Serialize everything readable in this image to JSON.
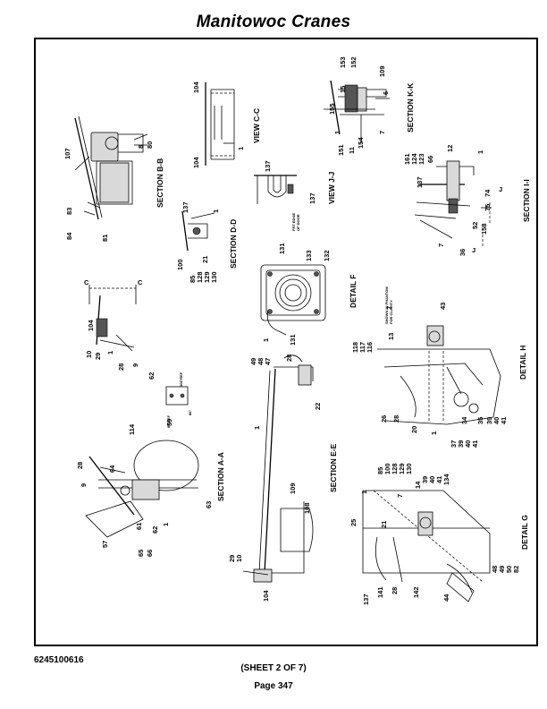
{
  "header": {
    "title": "Manitowoc Cranes"
  },
  "footer": {
    "doc_number": "6245100616",
    "sheet": "(SHEET 2 OF 7)",
    "page": "Page 347"
  },
  "sections": {
    "b_b": "SECTION B-B",
    "c_c": "VIEW C-C",
    "k_k": "SECTION K-K",
    "d_d": "SECTION D-D",
    "j_j": "VIEW J-J",
    "i_i": "SECTION I-I",
    "f": "DETAIL F",
    "h": "DETAIL H",
    "a_a": "SECTION A-A",
    "e_e": "SECTION E-E",
    "g": "DETAIL G"
  },
  "notes": {
    "frt_edge": [
      "FRT EDGE",
      "OF DOOR"
    ],
    "phantom": [
      "SHOWN IN PHANTOM",
      "FOR CLARITY"
    ],
    "ref_a": "106°REF",
    "ref_b": "88°REF",
    "ref_c": "86°"
  },
  "callouts": {
    "b_b": [
      "107",
      "8",
      "80",
      "83",
      "84",
      "81"
    ],
    "c_c": [
      "104",
      "104",
      "1"
    ],
    "k_k": [
      "153",
      "152",
      "15",
      "109",
      "6",
      "155",
      "1",
      "151",
      "11",
      "154",
      "7"
    ],
    "d_d": [
      "137",
      "1",
      "100",
      "85",
      "128",
      "129",
      "130",
      "21"
    ],
    "j_j": [
      "137",
      "137"
    ],
    "i_i": [
      "161",
      "124",
      "123",
      "66",
      "12",
      "1",
      "137",
      "74",
      "75",
      "52",
      "158",
      "7",
      "36"
    ],
    "f": [
      "131",
      "133",
      "132",
      "131",
      "1"
    ],
    "h": [
      "7",
      "43",
      "118",
      "117",
      "116",
      "13",
      "26",
      "28",
      "20",
      "1",
      "37",
      "39",
      "40",
      "41",
      "34",
      "35",
      "39",
      "40",
      "41"
    ],
    "e_e": [
      "49",
      "48",
      "47",
      "28",
      "22",
      "1",
      "109",
      "108",
      "29",
      "10",
      "104"
    ],
    "c_section": [
      "104",
      "10",
      "29",
      "1",
      "28",
      "9"
    ],
    "ref": [
      "62"
    ],
    "a_a": [
      "28",
      "59",
      "114",
      "64",
      "9",
      "1",
      "61",
      "62",
      "63",
      "57",
      "65",
      "66"
    ],
    "g": [
      "85",
      "100",
      "128",
      "129",
      "130",
      "39",
      "40",
      "41",
      "134",
      "1",
      "14",
      "7",
      "25",
      "21",
      "137",
      "141",
      "28",
      "142",
      "44",
      "48",
      "49",
      "50",
      "82"
    ],
    "cut_letters": [
      "C",
      "C",
      "J",
      "J"
    ]
  }
}
